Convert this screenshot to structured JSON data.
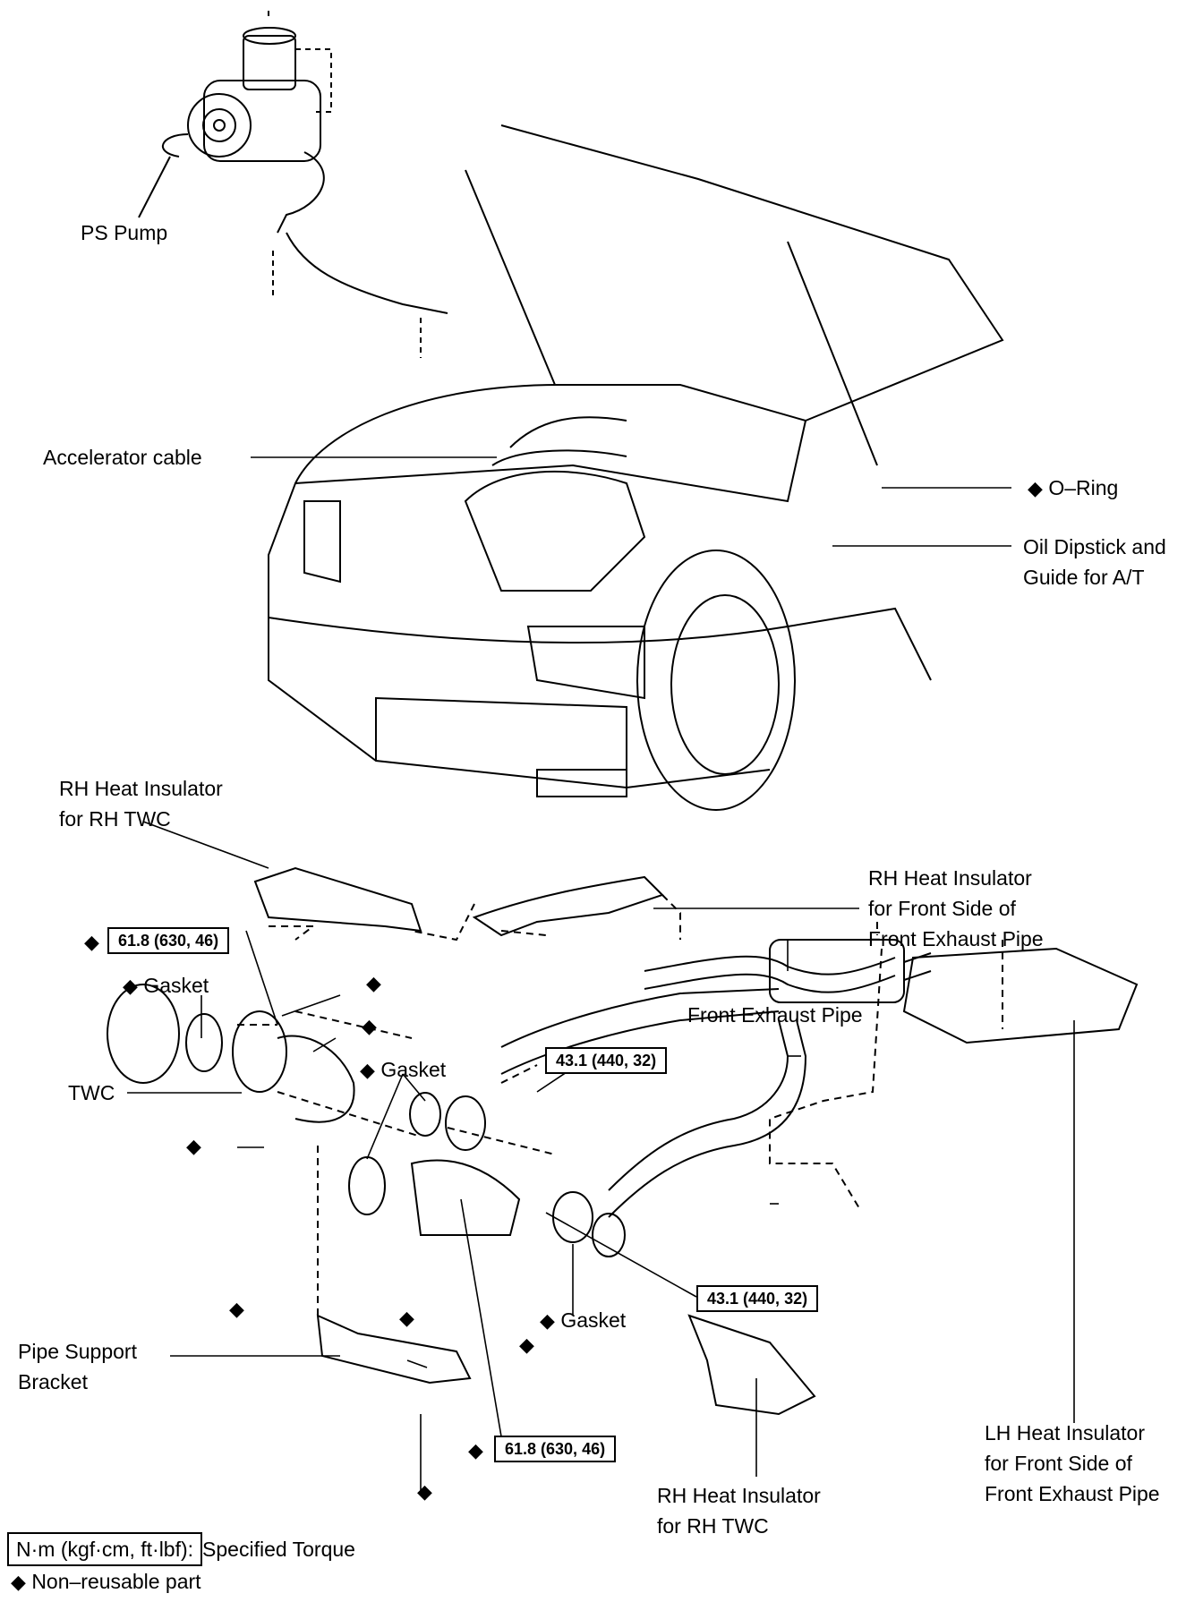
{
  "figure": {
    "title": "Exhaust / Front Pipe Removal Components",
    "symbols": {
      "non_reusable": "◆"
    }
  },
  "labels": {
    "ps_pump": "PS Pump",
    "accelerator_cable": "Accelerator cable",
    "o_ring": "O–Ring",
    "oil_dipstick_line1": "Oil Dipstick and",
    "oil_dipstick_line2": "Guide for A/T",
    "rh_insulator_top_line1": "RH Heat Insulator",
    "rh_insulator_top_line2": "for RH TWC",
    "rh_front_insulator_line1": "RH Heat Insulator",
    "rh_front_insulator_line2": "for Front Side of",
    "rh_front_insulator_line3": "Front Exhaust Pipe",
    "gasket_1": "Gasket",
    "gasket_2": "Gasket",
    "gasket_3": "Gasket",
    "twc": "TWC",
    "front_exhaust_pipe": "Front Exhaust Pipe",
    "pipe_support_line1": "Pipe Support",
    "pipe_support_line2": "Bracket",
    "rh_insulator_bottom_line1": "RH Heat Insulator",
    "rh_insulator_bottom_line2": "for RH TWC",
    "lh_insulator_line1": "LH Heat Insulator",
    "lh_insulator_line2": "for Front Side of",
    "lh_insulator_line3": "Front Exhaust Pipe"
  },
  "torque_specs": [
    {
      "value": "61.8 (630, 46)"
    },
    {
      "value": "43.1 (440, 32)"
    },
    {
      "value": "43.1 (440, 32)"
    },
    {
      "value": "61.8 (630, 46)"
    }
  ],
  "legend": {
    "torque_unit": "N·m (kgf·cm, ft·lbf):",
    "torque_desc": "Specified Torque",
    "non_reusable": "Non–reusable part"
  }
}
